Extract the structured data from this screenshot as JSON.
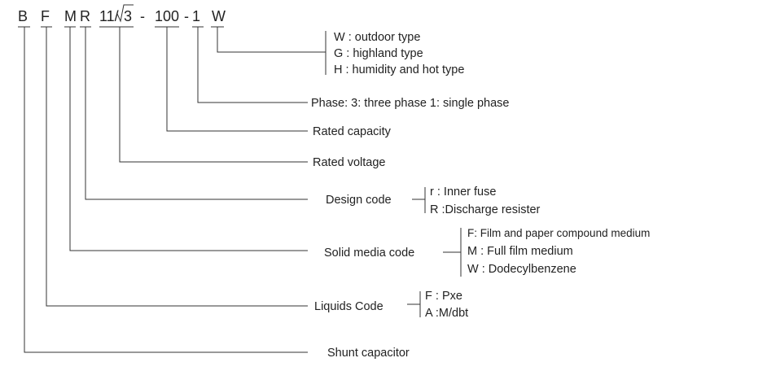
{
  "code": {
    "b": "B",
    "f": "F",
    "m": "M",
    "r": "R",
    "v_num": "11/",
    "v_root": "3",
    "dash1": "-",
    "capacity": "100",
    "dash2": "-",
    "phase": "1",
    "w": "W"
  },
  "env": {
    "w": "W : outdoor type",
    "g": "G : highland type",
    "h": "H  : humidity and hot type"
  },
  "phase_label": "Phase: 3: three phase 1: single phase",
  "capacity_label": "Rated capacity",
  "voltage_label": "Rated voltage",
  "design": {
    "label": "Design code",
    "r": "r : Inner fuse",
    "R": "R :Discharge resister"
  },
  "solid": {
    "label": "Solid media code",
    "f": "F: Film and paper compound medium",
    "m": "M : Full film medium",
    "w": "W : Dodecylbenzene"
  },
  "liquids": {
    "label": "Liquids Code",
    "f": "F : Pxe",
    "a": "A :M/dbt"
  },
  "shunt_label": "Shunt capacitor"
}
